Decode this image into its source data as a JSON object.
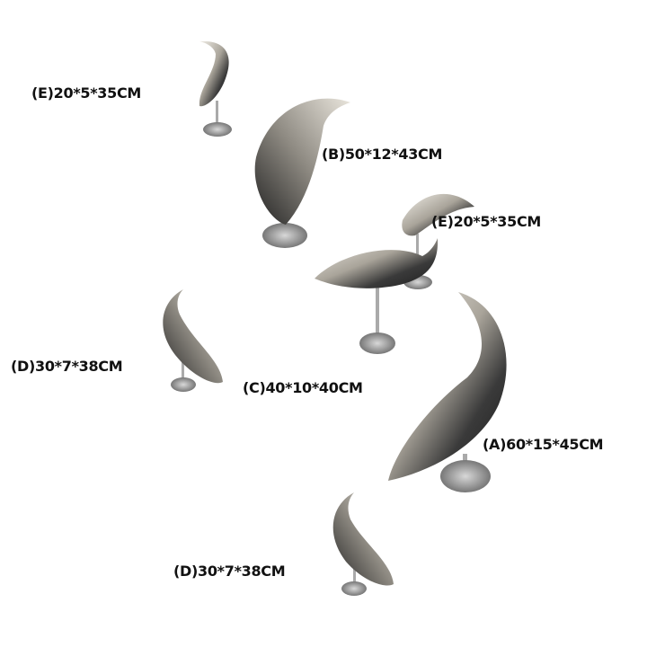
{
  "labels": [
    {
      "id": "e-top",
      "text": "(E)20*5*35CM"
    },
    {
      "id": "b",
      "text": "(B)50*12*43CM"
    },
    {
      "id": "e-right",
      "text": "(E)20*5*35CM"
    },
    {
      "id": "d-left",
      "text": "(D)30*7*38CM"
    },
    {
      "id": "c",
      "text": "(C)40*10*40CM"
    },
    {
      "id": "a",
      "text": "(A)60*15*45CM"
    },
    {
      "id": "d-bottom",
      "text": "(D)30*7*38CM"
    }
  ],
  "colors": {
    "background": "#ffffff",
    "metal_light": "#e8e4dc",
    "metal_dark": "#2a2a2a",
    "label": "#111111"
  }
}
